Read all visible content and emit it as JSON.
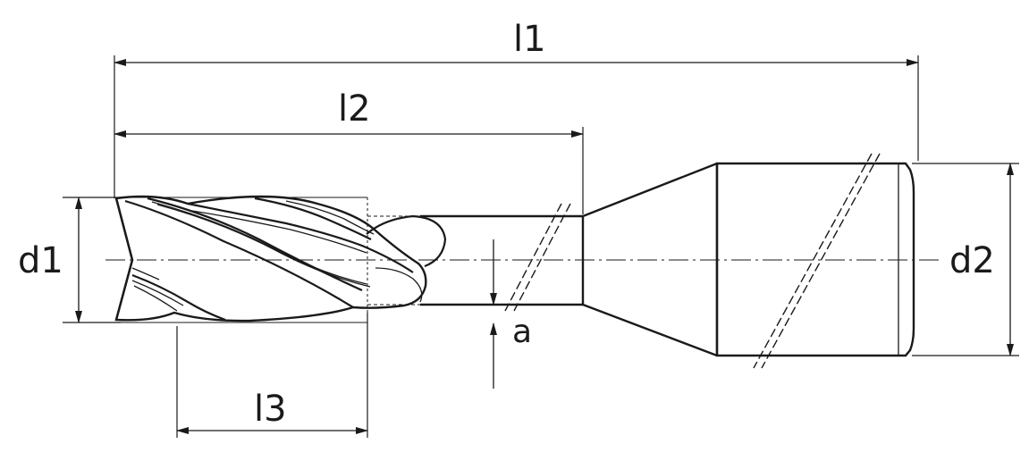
{
  "labels": {
    "l1": "l1",
    "l2": "l2",
    "l3": "l3",
    "d1": "d1",
    "d2": "d2",
    "a": "a"
  },
  "colors": {
    "ink": "#1a1a1a",
    "background": "#ffffff"
  }
}
